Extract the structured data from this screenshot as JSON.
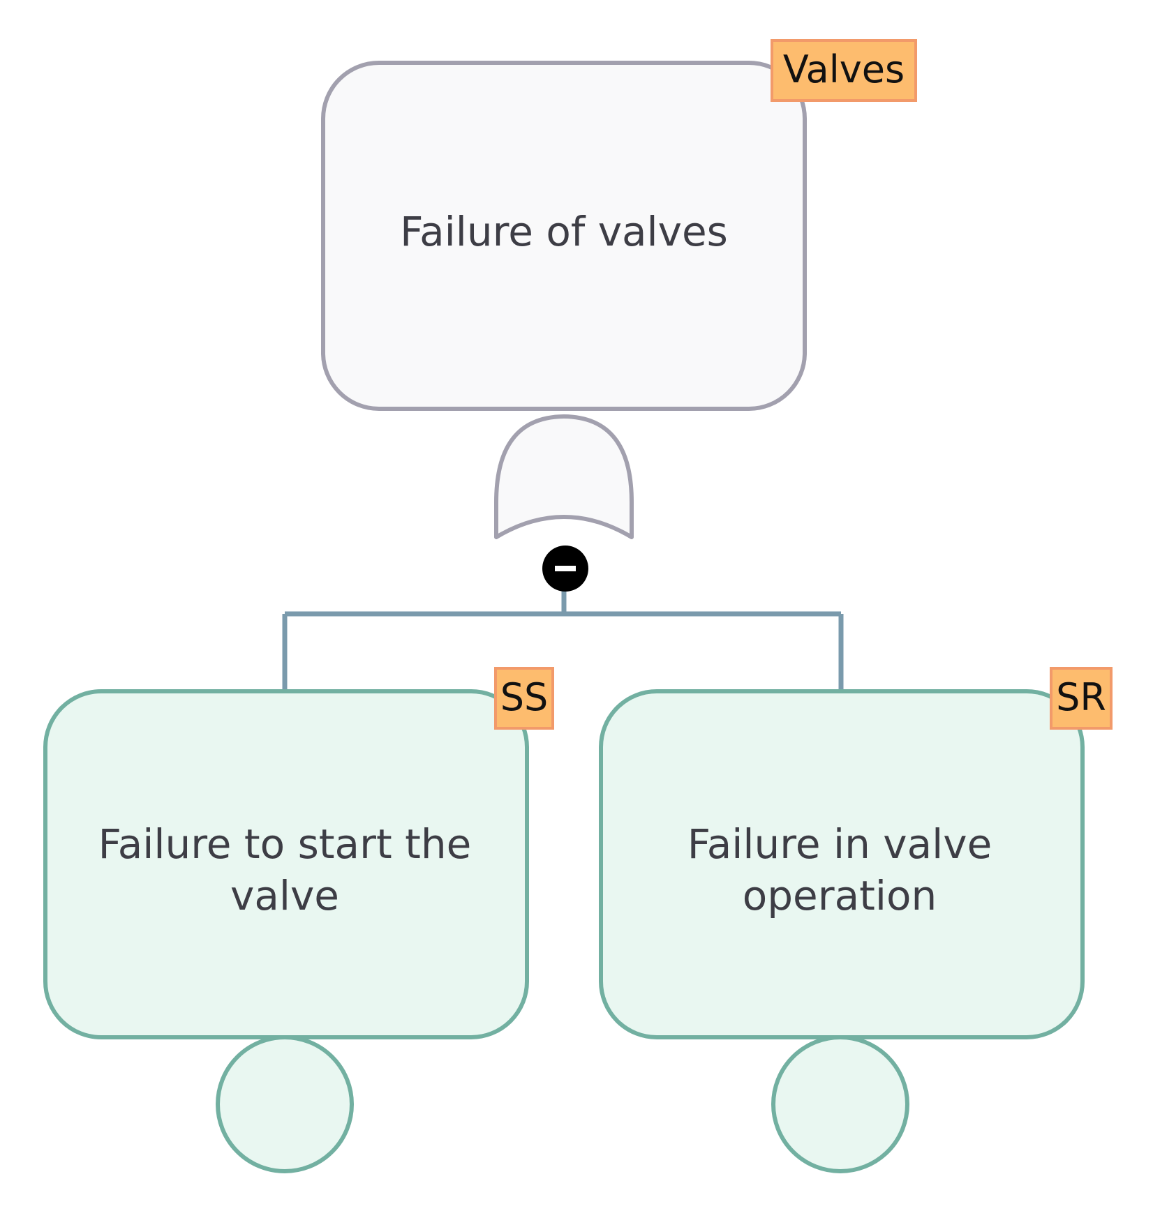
{
  "diagram": {
    "top_event": {
      "label": "Failure of valves",
      "tag": "Valves"
    },
    "gate": {
      "type": "OR",
      "collapse_icon": "minus-circle-icon"
    },
    "events": [
      {
        "label_lines": [
          "Failure to start the",
          "valve"
        ],
        "tag": "SS",
        "terminal_symbol": "circle"
      },
      {
        "label_lines": [
          "Failure in valve",
          "operation"
        ],
        "tag": "SR",
        "terminal_symbol": "circle"
      }
    ],
    "colors": {
      "top_fill": "#f9f9fa",
      "top_stroke": "#a2a0ae",
      "event_fill": "#e9f7f1",
      "event_stroke": "#72b0a1",
      "connector": "#7a9aac",
      "tag_fill": "#fdbc6e",
      "tag_stroke": "#f29a6a"
    }
  }
}
